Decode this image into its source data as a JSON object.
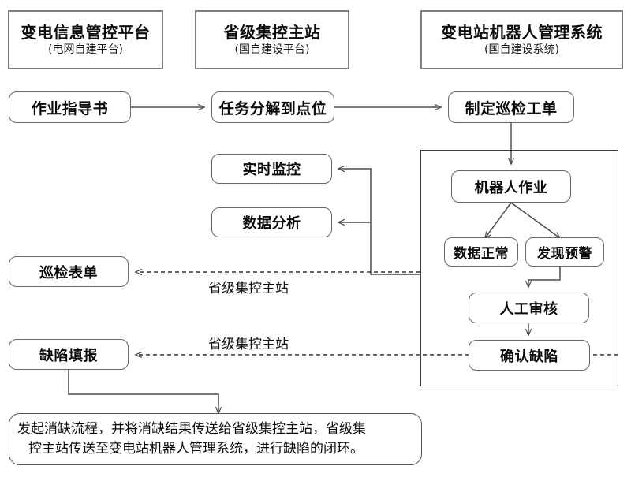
{
  "diagram": {
    "title_systems": [
      {
        "name": "变电信息管控平台",
        "subtitle": "(电网自建平台)"
      },
      {
        "name": "省级集控主站",
        "subtitle": "(国自建设平台)"
      },
      {
        "name": "变电站机器人管理系统",
        "subtitle": "(国自建设系统)"
      }
    ],
    "nodes": {
      "work_instruction": "作业指导书",
      "task_decompose": "任务分解到点位",
      "create_workorder": "制定巡检工单",
      "realtime_monitor": "实时监控",
      "data_analysis": "数据分析",
      "inspection_form": "巡检表单",
      "defect_report": "缺陷填报",
      "robot_operation": "机器人作业",
      "data_normal": "数据正常",
      "alarm_found": "发现预警",
      "manual_review": "人工审核",
      "confirm_defect": "确认缺陷"
    },
    "edge_labels": {
      "inspection_form_channel": "省级集控主站",
      "defect_report_channel": "省级集控主站"
    },
    "note": {
      "line1": "发起消缺流程，并将消缺结果传送给省级集控主站，省级集",
      "line2": "控主站传送至变电站机器人管理系统，进行缺陷的闭环。"
    },
    "colors": {
      "background": "#ffffff",
      "node_border": "#666666",
      "header_border": "#808080",
      "panel_border": "#3a3a3a",
      "text": "#0a0a0a",
      "connector": "#4d4d4d"
    }
  }
}
